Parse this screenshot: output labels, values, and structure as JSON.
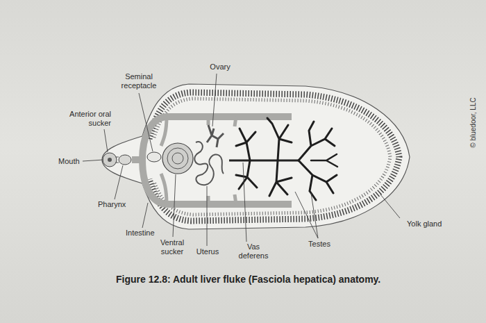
{
  "diagram": {
    "caption": "Figure 12.8: Adult liver fluke (Fasciola hepatica) anatomy.",
    "labels": [
      "Ovary",
      "Seminal receptacle",
      "Anterior oral sucker",
      "Mouth",
      "Pharynx",
      "Intestine",
      "Ventral sucker",
      "Uterus",
      "Vas deferens",
      "Testes",
      "Yolk gland",
      "© bluedoor, LLC"
    ]
  }
}
